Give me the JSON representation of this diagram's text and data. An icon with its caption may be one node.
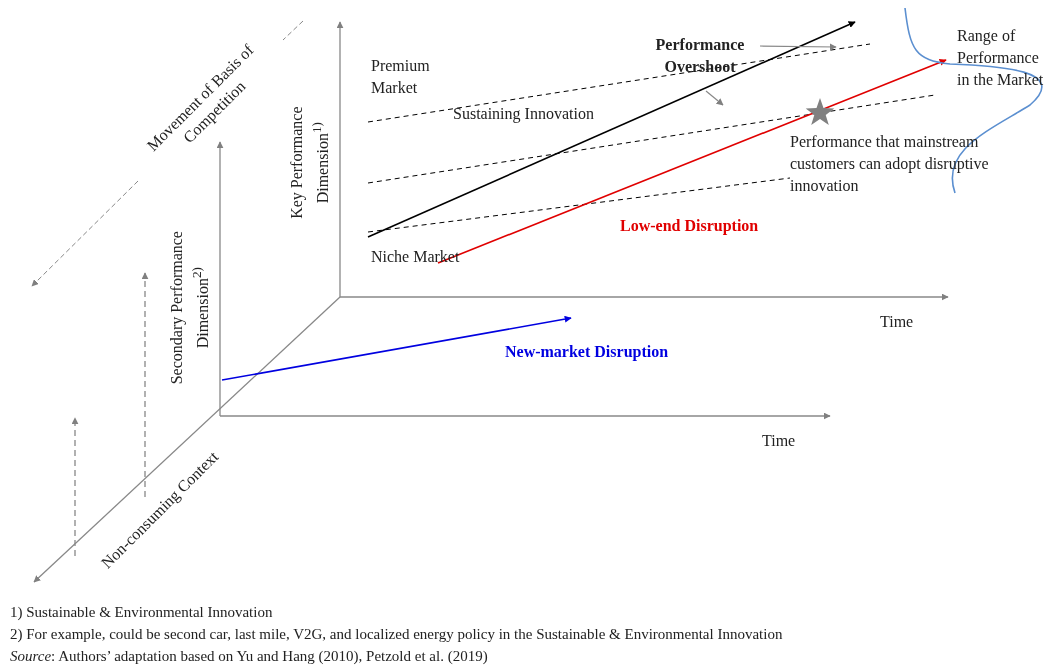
{
  "diagram": {
    "labels": [
      "Movement of Basis of Competition",
      "Key Performance Dimension$^{1)}$",
      "Performance Overshoot",
      "Premium Market",
      "Sustaining Innovation",
      "Range of Performance in the Market",
      "Performance that mainstream customers can adopt disruptive innovation",
      "Secondary Performance Dimension$^{2)}$",
      "Low-end Disruption",
      "Niche Market",
      "Time",
      "New-market Disruption",
      "Time",
      "Non-consuming Context",
      "1)  Sustainable & Environmental Innovation",
      "2)  For example, could be second car, last mile, V2G, and localized energy policy in the Sustainable & Environmental Innovation",
      "*Source*: Authors’ adaptation based on Yu and Hang (2010), Petzold et al. (2019)"
    ]
  }
}
